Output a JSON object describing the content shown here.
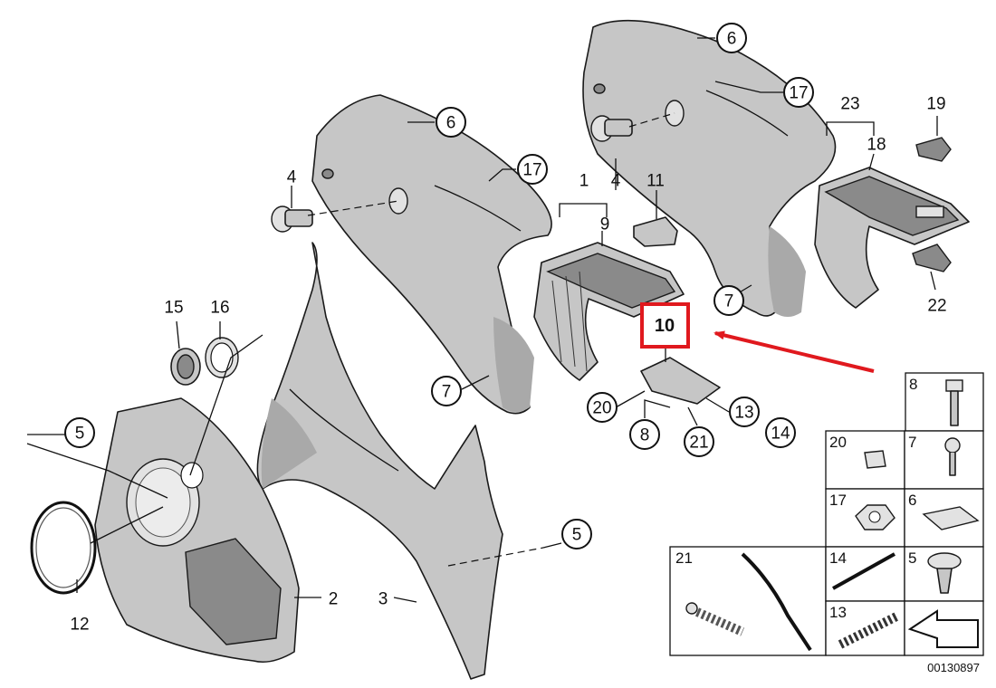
{
  "diagram": {
    "document_number": "00130897",
    "callouts": {
      "c6_top": "6",
      "c17_top": "17",
      "c6_mid": "6",
      "c17_mid": "17",
      "c7_mid": "7",
      "c7_top": "7",
      "c20": "20",
      "c8": "8",
      "c21": "21",
      "c13": "13",
      "c14": "14",
      "c5_left": "5",
      "c5_right": "5"
    },
    "labels": {
      "l23": "23",
      "l19": "19",
      "l18": "18",
      "l22": "22",
      "l1": "1",
      "l9": "9",
      "l4_top": "4",
      "l11": "11",
      "l4_left": "4",
      "l15": "15",
      "l16": "16",
      "l12": "12",
      "l2": "2",
      "l3": "3"
    },
    "highlight_label": "10",
    "highlight_color": "#e0191e",
    "legend": {
      "cells": {
        "k8": "8",
        "k20": "20",
        "k7": "7",
        "k17": "17",
        "k6": "6",
        "k21": "21",
        "k14": "14",
        "k5": "5",
        "k13": "13"
      }
    }
  }
}
